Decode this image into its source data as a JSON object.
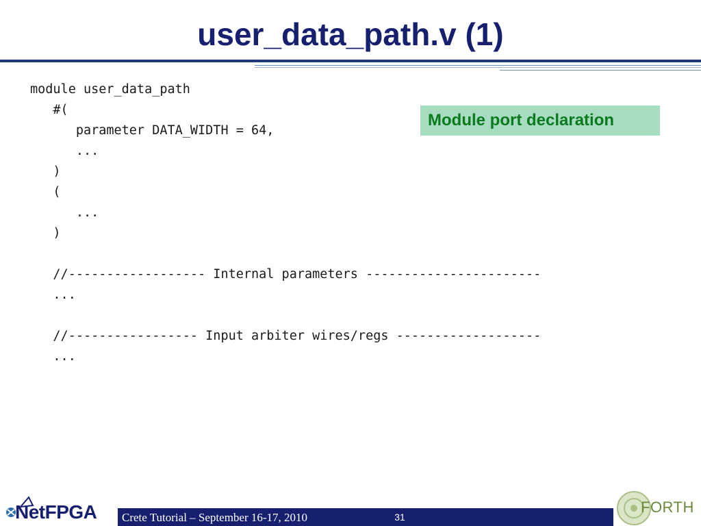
{
  "slide": {
    "title": "user_data_path.v (1)",
    "code_lines": [
      "module user_data_path",
      "   #(",
      "      parameter DATA_WIDTH = 64,",
      "      ...",
      "   )",
      "   (",
      "      ...",
      "   )",
      "",
      "   //------------------ Internal parameters -----------------------",
      "   ...",
      "",
      "   //----------------- Input arbiter wires/regs -------------------",
      "   ..."
    ],
    "callout": "Module port declaration",
    "footer": "Crete Tutorial – September 16-17, 2010",
    "page_number": "31",
    "logos": {
      "left_logo_text": "NetFPGA",
      "right_logo_text": "FORTH"
    }
  },
  "colors": {
    "title": "#16206e",
    "callout_bg": "#a8dcc0",
    "callout_text": "#0b7a1f",
    "footer_bar": "#16206e"
  }
}
